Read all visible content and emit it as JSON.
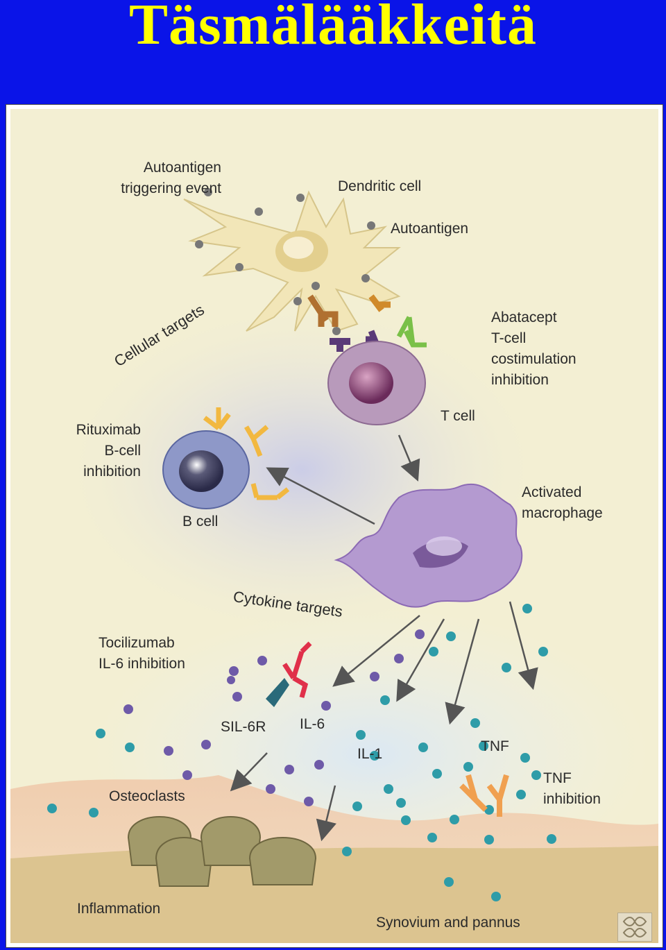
{
  "slide": {
    "title": "Täsmälääkkeitä"
  },
  "labels": {
    "autoantigen_trigger": "Autoantigen\ntriggering event",
    "dendritic_cell": "Dendritic cell",
    "autoantigen": "Autoantigen",
    "abatacept": "Abatacept\nT-cell\ncostimulation\ninhibition",
    "cellular_targets": "Cellular targets",
    "rituximab": "Rituximab\nB-cell\ninhibition",
    "t_cell": "T cell",
    "b_cell": "B cell",
    "activated_macrophage": "Activated\nmacrophage",
    "cytokine_targets": "Cytokine targets",
    "tocilizumab": "Tocilizumab\nIL-6 inhibition",
    "sil6r": "SIL-6R",
    "il6": "IL-6",
    "il1": "IL-1",
    "tnf": "TNF",
    "tnf_inhibition": "TNF\ninhibition",
    "osteoclasts": "Osteoclasts",
    "inflammation": "Inflammation",
    "synovium": "Synovium and pannus"
  },
  "colors": {
    "slide_background": "#0a14e8",
    "title": "#ffff00",
    "dendritic_cell": "#f2e6b8",
    "t_cell": "#b89abb",
    "b_cell": "#8e98c8",
    "macrophage": "#b49ad0",
    "antibody": "#f2b840",
    "il6_particle": "#6e5aa8",
    "tnf_particle": "#2e9ca8",
    "synovium": "#dcc490"
  },
  "icons": {
    "logo": "figure-publisher-logo-icon"
  }
}
